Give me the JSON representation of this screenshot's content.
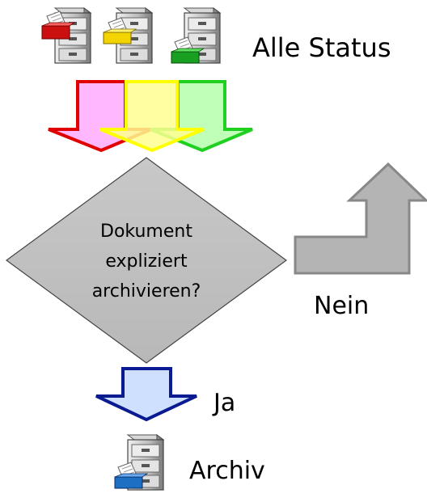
{
  "top_label": "Alle Status",
  "decision": {
    "line1": "Dokument",
    "line2": "expliziert",
    "line3": "archivieren?"
  },
  "no_label": "Nein",
  "yes_label": "Ja",
  "archive_label": "Archiv",
  "colors": {
    "red": "#e00000",
    "red_fill": "#ffb0ff",
    "yellow": "#ffff00",
    "yellow_fill": "#ffff90",
    "green": "#20d020",
    "green_fill": "#b8ffb0",
    "gray": "#b4b4b4",
    "gray_stroke": "#888888",
    "blue": "#0a1a90",
    "blue_fill": "#cfe0ff",
    "diamond": "#c0c0c0"
  },
  "icons": {
    "status_cabinets": [
      "red-drawer-cabinet-icon",
      "yellow-drawer-cabinet-icon",
      "green-drawer-cabinet-icon"
    ],
    "archive_cabinet": "blue-drawer-cabinet-icon"
  }
}
